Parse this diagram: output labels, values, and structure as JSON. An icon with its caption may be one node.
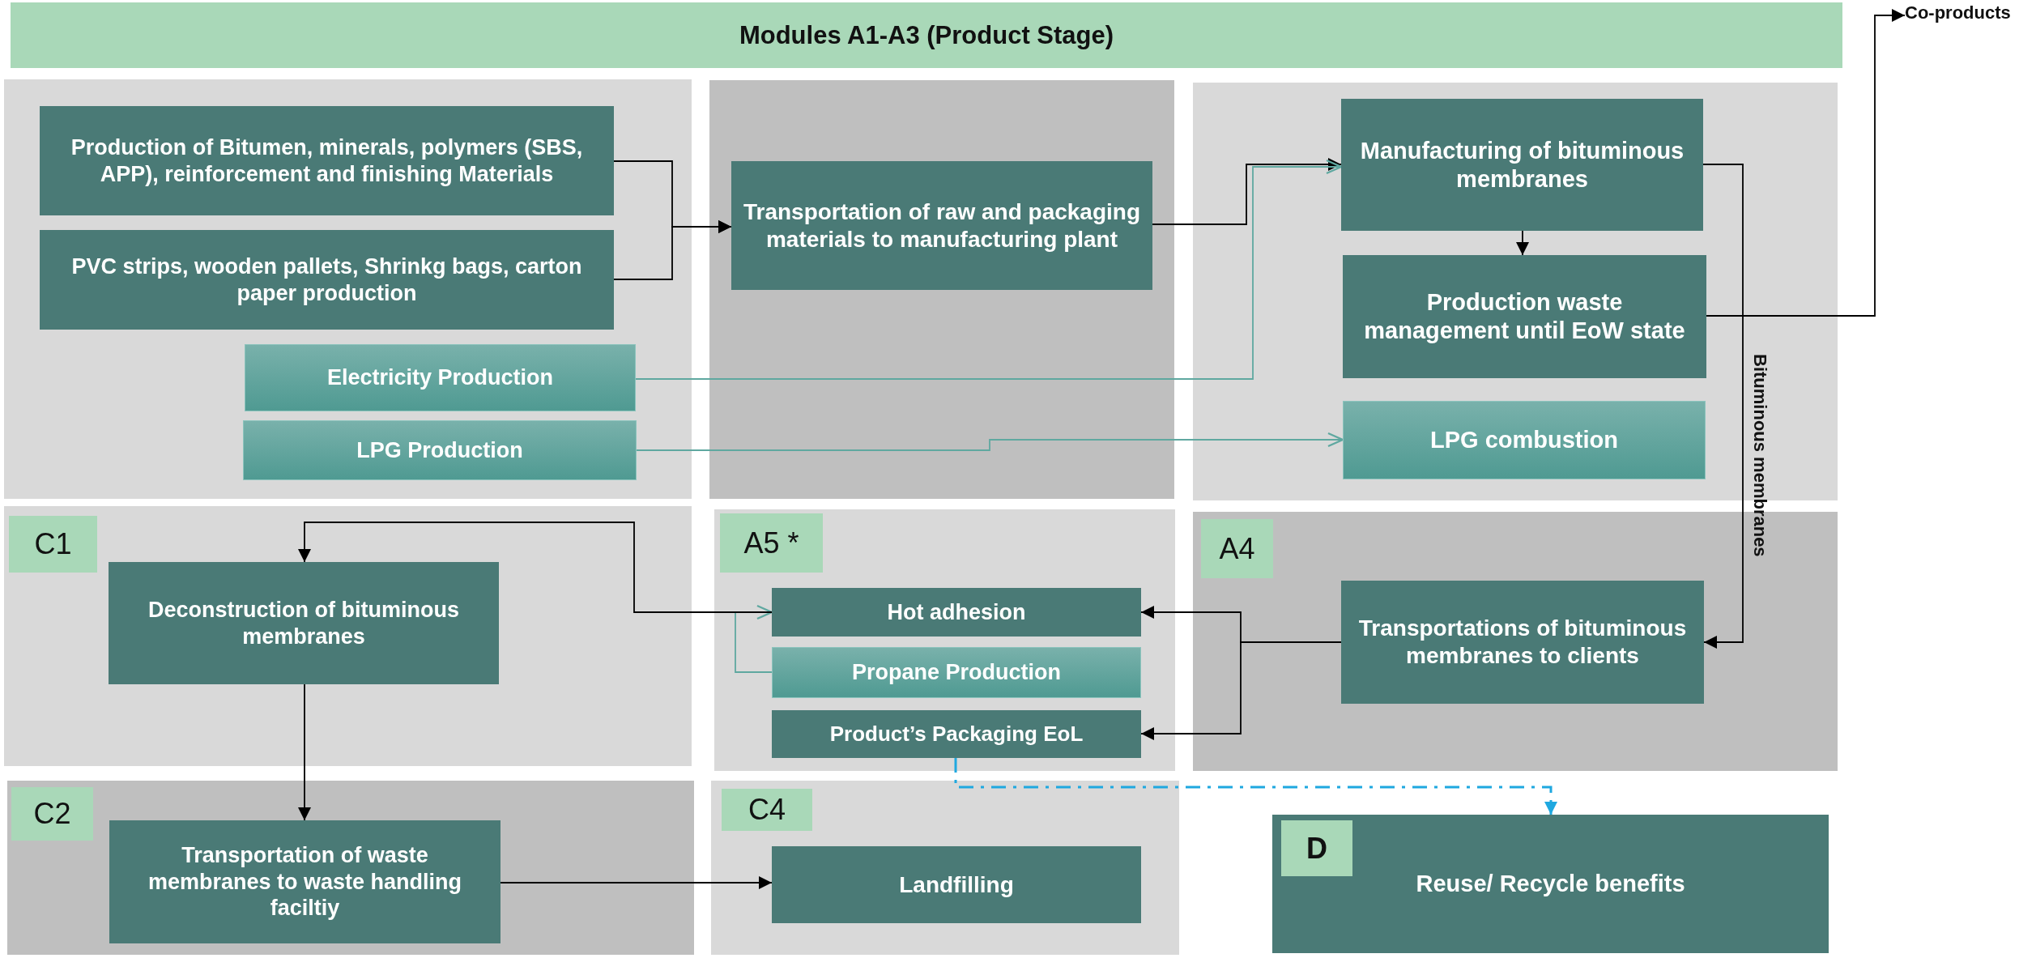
{
  "diagram": {
    "nodes": [
      {
        "text": [
          "Modules A1-A3 (Product Stage)"
        ]
      },
      {
        "text": [],
        "shape": "box"
      },
      {
        "text": [
          "Production of Bitumen, minerals, polymers (SBS, APP), reinforcement and finishing Materials"
        ],
        "in": 1
      },
      {
        "text": [
          "PVC strips, wooden pallets, Shrinkg bags, carton paper production"
        ],
        "in": 1
      },
      {
        "text": [
          "Electricity Production"
        ],
        "in": 1
      },
      {
        "text": [
          "LPG Production"
        ],
        "in": 1
      },
      {
        "text": [],
        "shape": "box"
      },
      {
        "text": [
          "Transportation of raw and packaging materials to manufacturing plant"
        ],
        "in": 6
      },
      {
        "text": [],
        "shape": "box"
      },
      {
        "text": [
          "Manufacturing of bituminous membranes"
        ],
        "in": 8
      },
      {
        "text": [
          "Production waste management until EoW state"
        ],
        "in": 8
      },
      {
        "text": [
          "LPG combustion"
        ],
        "in": 8
      },
      {
        "text": [
          "Co-products"
        ]
      },
      {
        "text": [],
        "shape": "box"
      },
      {
        "text": [
          "C1"
        ],
        "in": 13
      },
      {
        "text": [
          "Deconstruction of bituminous membranes"
        ],
        "in": 13
      },
      {
        "text": [],
        "shape": "box"
      },
      {
        "text": [
          "A5 *"
        ],
        "in": 16
      },
      {
        "text": [
          "Hot adhesion"
        ],
        "in": 16
      },
      {
        "text": [
          "Propane Production"
        ],
        "in": 16
      },
      {
        "text": [
          "Product’s Packaging EoL"
        ],
        "in": 16
      },
      {
        "text": [],
        "shape": "box"
      },
      {
        "text": [
          "A4"
        ],
        "in": 21
      },
      {
        "text": [
          "Transportations of bituminous membranes to clients"
        ],
        "in": 21
      },
      {
        "text": [],
        "shape": "box"
      },
      {
        "text": [
          "C2"
        ],
        "in": 24
      },
      {
        "text": [
          "Transportation of waste membranes to waste handling faciltiy"
        ],
        "in": 24
      },
      {
        "text": [],
        "shape": "box"
      },
      {
        "text": [
          "C4"
        ],
        "in": 27
      },
      {
        "text": [
          "Landfilling"
        ],
        "in": 27
      },
      {
        "text": [
          "Reuse/ Recycle benefits"
        ]
      },
      {
        "text": [
          "D"
        ],
        "in": 30
      }
    ],
    "edges": [
      {
        "from": 2,
        "to": 7,
        "arrow": "to"
      },
      {
        "from": 3,
        "to": 7,
        "arrow": "to"
      },
      {
        "from": 7,
        "to": 9,
        "arrow": "to"
      },
      {
        "from": 4,
        "to": 9,
        "arrow": "to",
        "color": "#5fa8a0"
      },
      {
        "from": 9,
        "to": 10,
        "arrow": "to"
      },
      {
        "from": 10,
        "to": 12,
        "arrow": "to"
      },
      {
        "from": 9,
        "to": 23,
        "arrow": "to",
        "label": "Bituminous membranes"
      },
      {
        "from": 5,
        "to": 11,
        "arrow": "to",
        "color": "#5fa8a0"
      },
      {
        "from": 23,
        "to": 18,
        "arrow": "to"
      },
      {
        "from": 23,
        "to": 20,
        "arrow": "to"
      },
      {
        "from": 19,
        "to": 18,
        "arrow": "to",
        "color": "#5fa8a0"
      },
      {
        "from": 18,
        "to": 15,
        "arrow": "to"
      },
      {
        "from": 15,
        "to": 26,
        "arrow": "to"
      },
      {
        "from": 26,
        "to": 29,
        "arrow": "to"
      },
      {
        "from": 20,
        "to": 30,
        "arrow": "to",
        "style": "dashed",
        "color": "#1fa8e0"
      }
    ]
  }
}
